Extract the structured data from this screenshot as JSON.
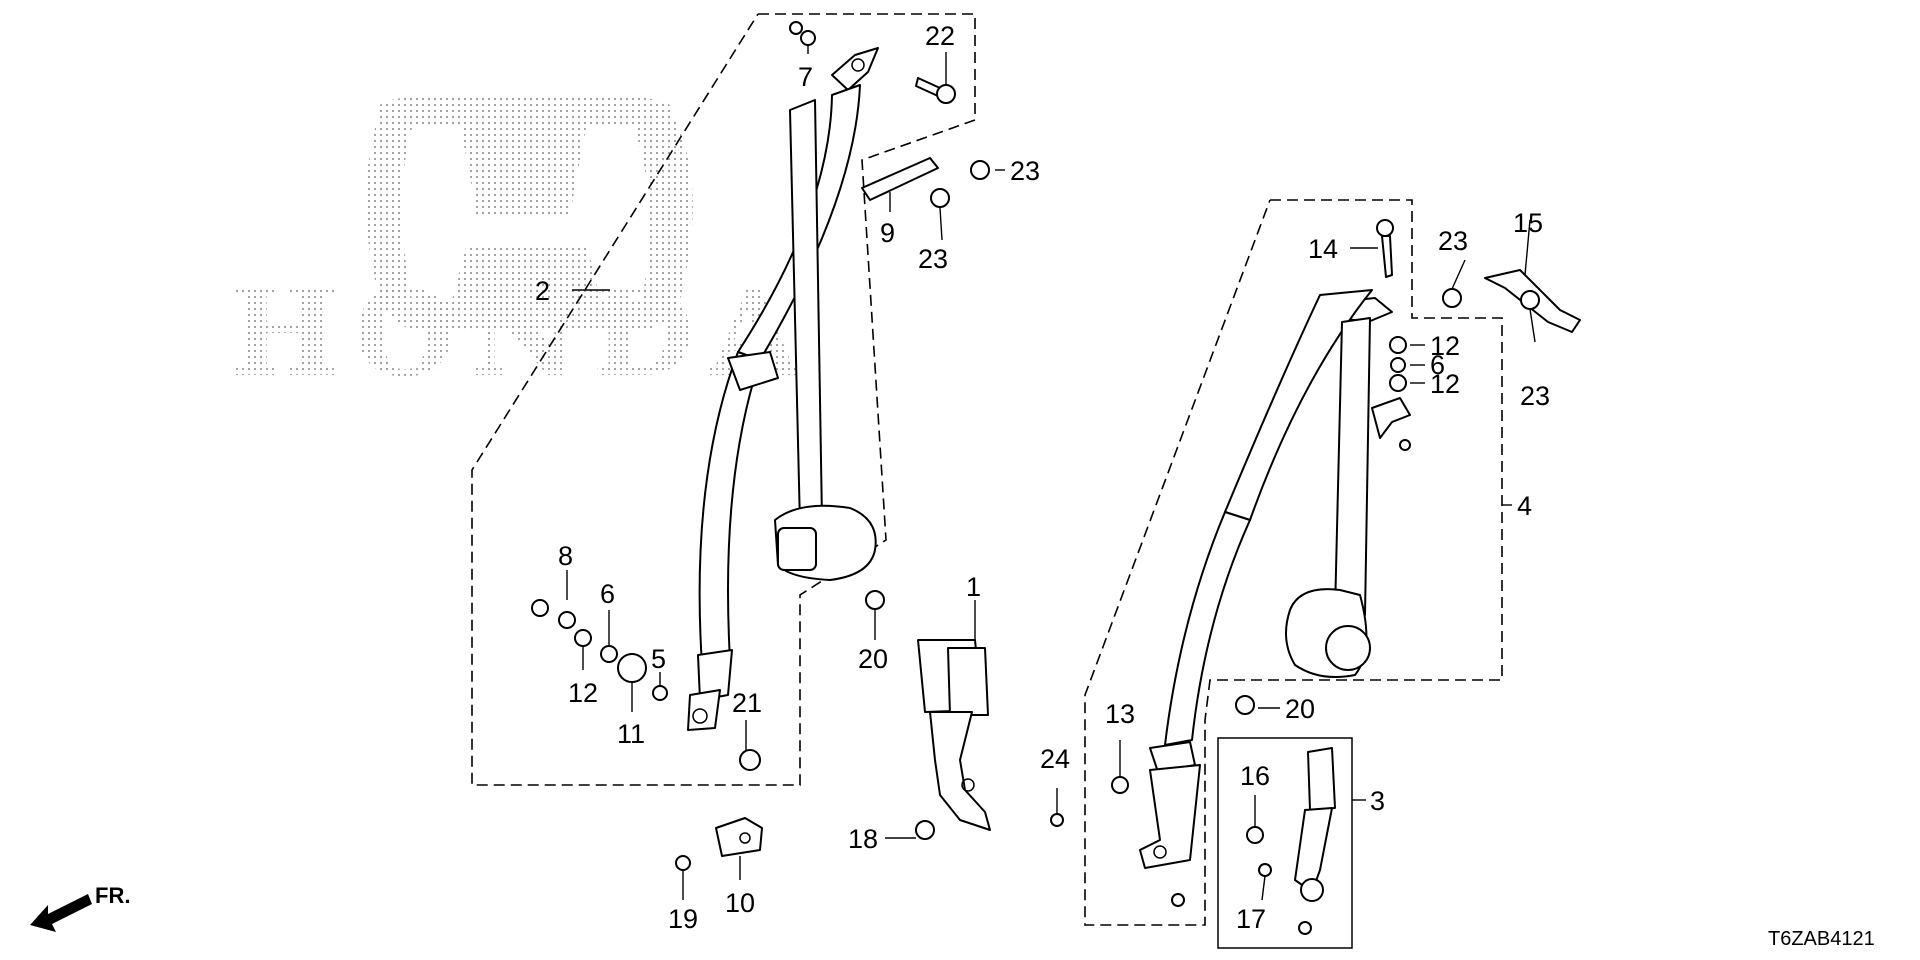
{
  "logo": {
    "text": "HONDA"
  },
  "diagram_code": "T6ZAB4121",
  "direction_label": "FR.",
  "callouts": {
    "c1": "1",
    "c2": "2",
    "c3": "3",
    "c4": "4",
    "c5": "5",
    "c6a": "6",
    "c6b": "6",
    "c7": "7",
    "c8": "8",
    "c9": "9",
    "c10": "10",
    "c11": "11",
    "c12a": "12",
    "c12b": "12",
    "c12c": "12",
    "c13": "13",
    "c14": "14",
    "c15": "15",
    "c16": "16",
    "c17": "17",
    "c18": "18",
    "c19": "19",
    "c20a": "20",
    "c20b": "20",
    "c21": "21",
    "c22": "22",
    "c23a": "23",
    "c23b": "23",
    "c23c": "23",
    "c23d": "23",
    "c24": "24"
  }
}
